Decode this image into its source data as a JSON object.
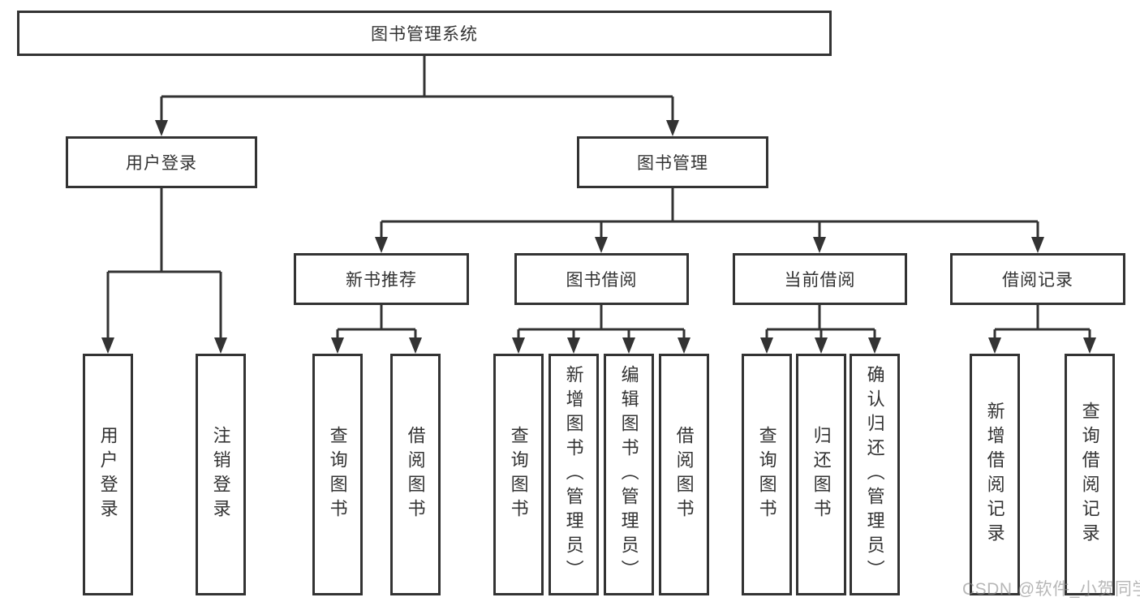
{
  "tree": {
    "label": "图书管理系统",
    "children": [
      {
        "label": "用户登录",
        "children": [
          {
            "label": "用户登录"
          },
          {
            "label": "注销登录"
          }
        ]
      },
      {
        "label": "图书管理",
        "children": [
          {
            "label": "新书推荐",
            "children": [
              {
                "label": "查询图书"
              },
              {
                "label": "借阅图书"
              }
            ]
          },
          {
            "label": "图书借阅",
            "children": [
              {
                "label": "查询图书"
              },
              {
                "label": "新增图书（管理员）"
              },
              {
                "label": "编辑图书（管理员）"
              },
              {
                "label": "借阅图书"
              }
            ]
          },
          {
            "label": "当前借阅",
            "children": [
              {
                "label": "查询图书"
              },
              {
                "label": "归还图书"
              },
              {
                "label": "确认归还（管理员）"
              }
            ]
          },
          {
            "label": "借阅记录",
            "children": [
              {
                "label": "新增借阅记录"
              },
              {
                "label": "查询借阅记录"
              }
            ]
          }
        ]
      }
    ]
  },
  "watermark": {
    "text": "CSDN @软件_小贺同学"
  },
  "colors": {
    "line": "#333333",
    "box_border": "#333333",
    "text": "#333333",
    "background": "#ffffff",
    "watermark": "#8c8c8c"
  }
}
